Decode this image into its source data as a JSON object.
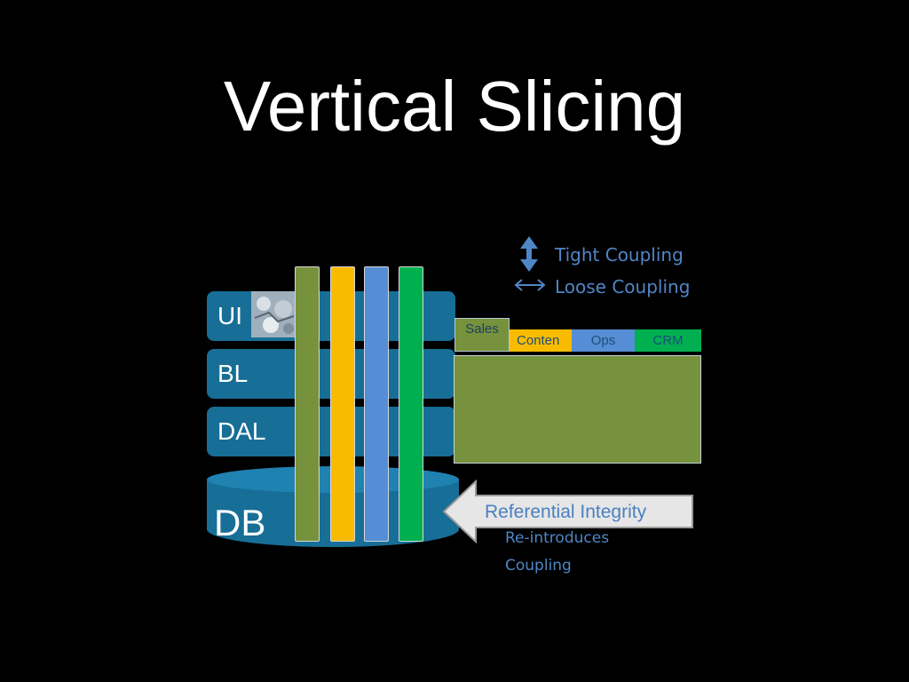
{
  "title": "Vertical Slicing",
  "layers": {
    "ui": "UI",
    "bl": "BL",
    "dal": "DAL",
    "db": "DB"
  },
  "legend": {
    "tight": "Tight  Coupling",
    "loose": "Loose Coupling"
  },
  "domains": {
    "sales": "Sales",
    "content": "Conten",
    "ops": "Ops",
    "crm": "CRM"
  },
  "arrow_label": "Referential Integrity",
  "note_line1": "Re-introduces",
  "note_line2": "Coupling",
  "colors": {
    "layer_blue": "#176e96",
    "slice_green": "#76923c",
    "slice_yellow": "#f8bb00",
    "slice_blue": "#558ed5",
    "slice_bright_green": "#00b050",
    "legend_blue": "#4f86c6"
  }
}
